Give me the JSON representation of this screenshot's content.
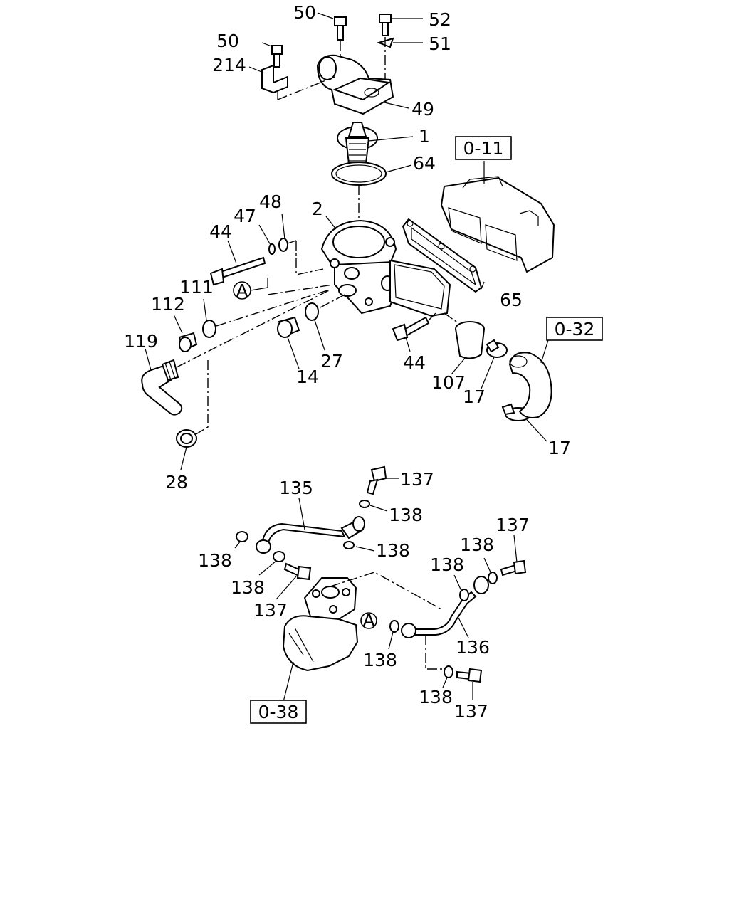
{
  "references": {
    "ref_0_11": "0-11",
    "ref_0_32": "0-32",
    "ref_0_38": "0-38",
    "marker_a": "A"
  },
  "callouts": {
    "c50a": "50",
    "c52": "52",
    "c51": "51",
    "c50b": "50",
    "c214": "214",
    "c49": "49",
    "c1": "1",
    "c64": "64",
    "c2": "2",
    "c48": "48",
    "c47": "47",
    "c44a": "44",
    "c111": "111",
    "c112": "112",
    "c119": "119",
    "c14": "14",
    "c27": "27",
    "c44b": "44",
    "c65": "65",
    "c107": "107",
    "c17a": "17",
    "c17b": "17",
    "c28": "28",
    "c137a": "137",
    "c135": "135",
    "c138a": "138",
    "c138b": "138",
    "c138c": "138",
    "c138d": "138",
    "c137b": "137",
    "c138e": "138",
    "c137c": "137",
    "c138f": "138",
    "c136": "136",
    "c138g": "138",
    "c138h": "138",
    "c137d": "137"
  }
}
